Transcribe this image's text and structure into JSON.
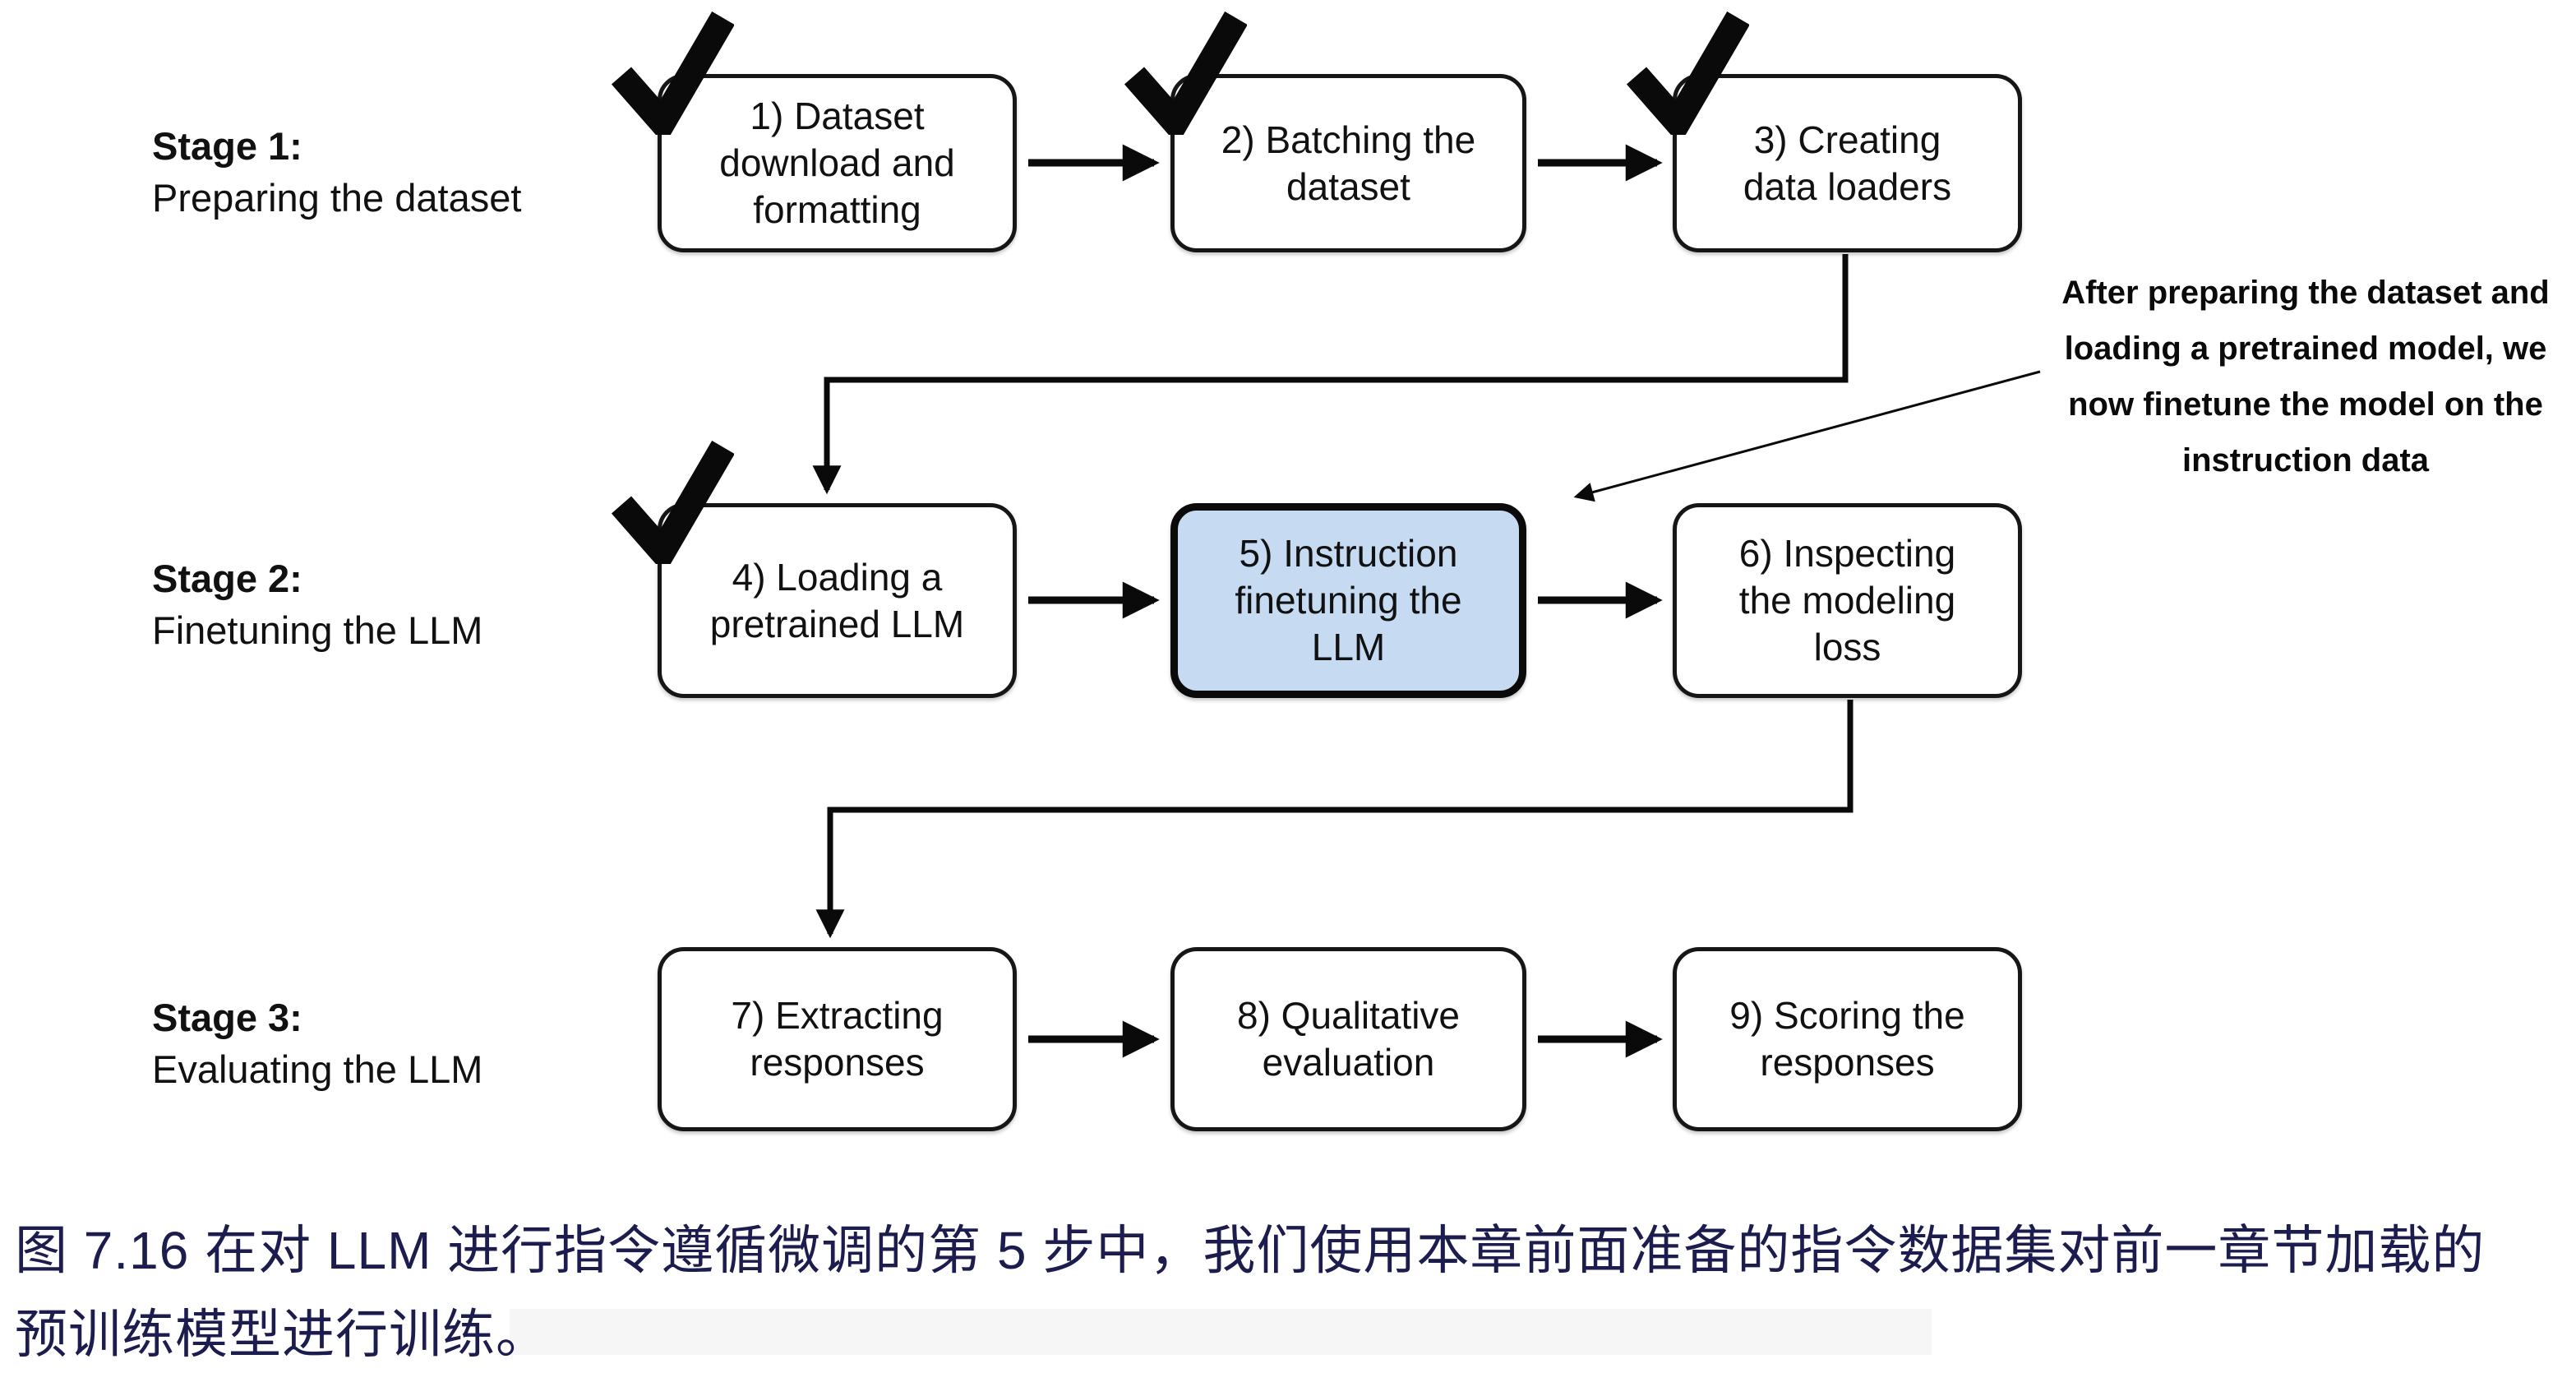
{
  "figure": {
    "stages": [
      {
        "title": "Stage 1:",
        "subtitle": "Preparing the dataset"
      },
      {
        "title": "Stage 2:",
        "subtitle": "Finetuning the LLM"
      },
      {
        "title": "Stage 3:",
        "subtitle": "Evaluating the LLM"
      }
    ],
    "boxes": [
      {
        "id": 1,
        "lines": [
          "1) Dataset",
          "download and",
          "formatting"
        ],
        "checked": true,
        "highlighted": false
      },
      {
        "id": 2,
        "lines": [
          "2) Batching the",
          "dataset"
        ],
        "checked": true,
        "highlighted": false
      },
      {
        "id": 3,
        "lines": [
          "3) Creating",
          "data loaders"
        ],
        "checked": true,
        "highlighted": false
      },
      {
        "id": 4,
        "lines": [
          "4) Loading a",
          "pretrained LLM"
        ],
        "checked": true,
        "highlighted": false
      },
      {
        "id": 5,
        "lines": [
          "5) Instruction",
          "finetuning the",
          "LLM"
        ],
        "checked": false,
        "highlighted": true
      },
      {
        "id": 6,
        "lines": [
          "6) Inspecting",
          "the modeling",
          "loss"
        ],
        "checked": false,
        "highlighted": false
      },
      {
        "id": 7,
        "lines": [
          "7) Extracting",
          "responses"
        ],
        "checked": false,
        "highlighted": false
      },
      {
        "id": 8,
        "lines": [
          "8) Qualitative",
          "evaluation"
        ],
        "checked": false,
        "highlighted": false
      },
      {
        "id": 9,
        "lines": [
          "9) Scoring the",
          "responses"
        ],
        "checked": false,
        "highlighted": false
      }
    ],
    "annotation": {
      "lines": [
        "After preparing the dataset and",
        "loading a pretrained model, we",
        "now finetune the model on the",
        "instruction data"
      ]
    },
    "colors": {
      "highlight_fill": "#c6dbf2",
      "box_border": "#161616",
      "text": "#111111",
      "caption": "#1c1c4e"
    }
  },
  "caption": {
    "lines": [
      "图 7.16 在对 LLM 进行指令遵循微调的第 5 步中，我们使用本章前面准备的指令数据集对前一章节加载的",
      "预训练模型进行训练。"
    ]
  }
}
